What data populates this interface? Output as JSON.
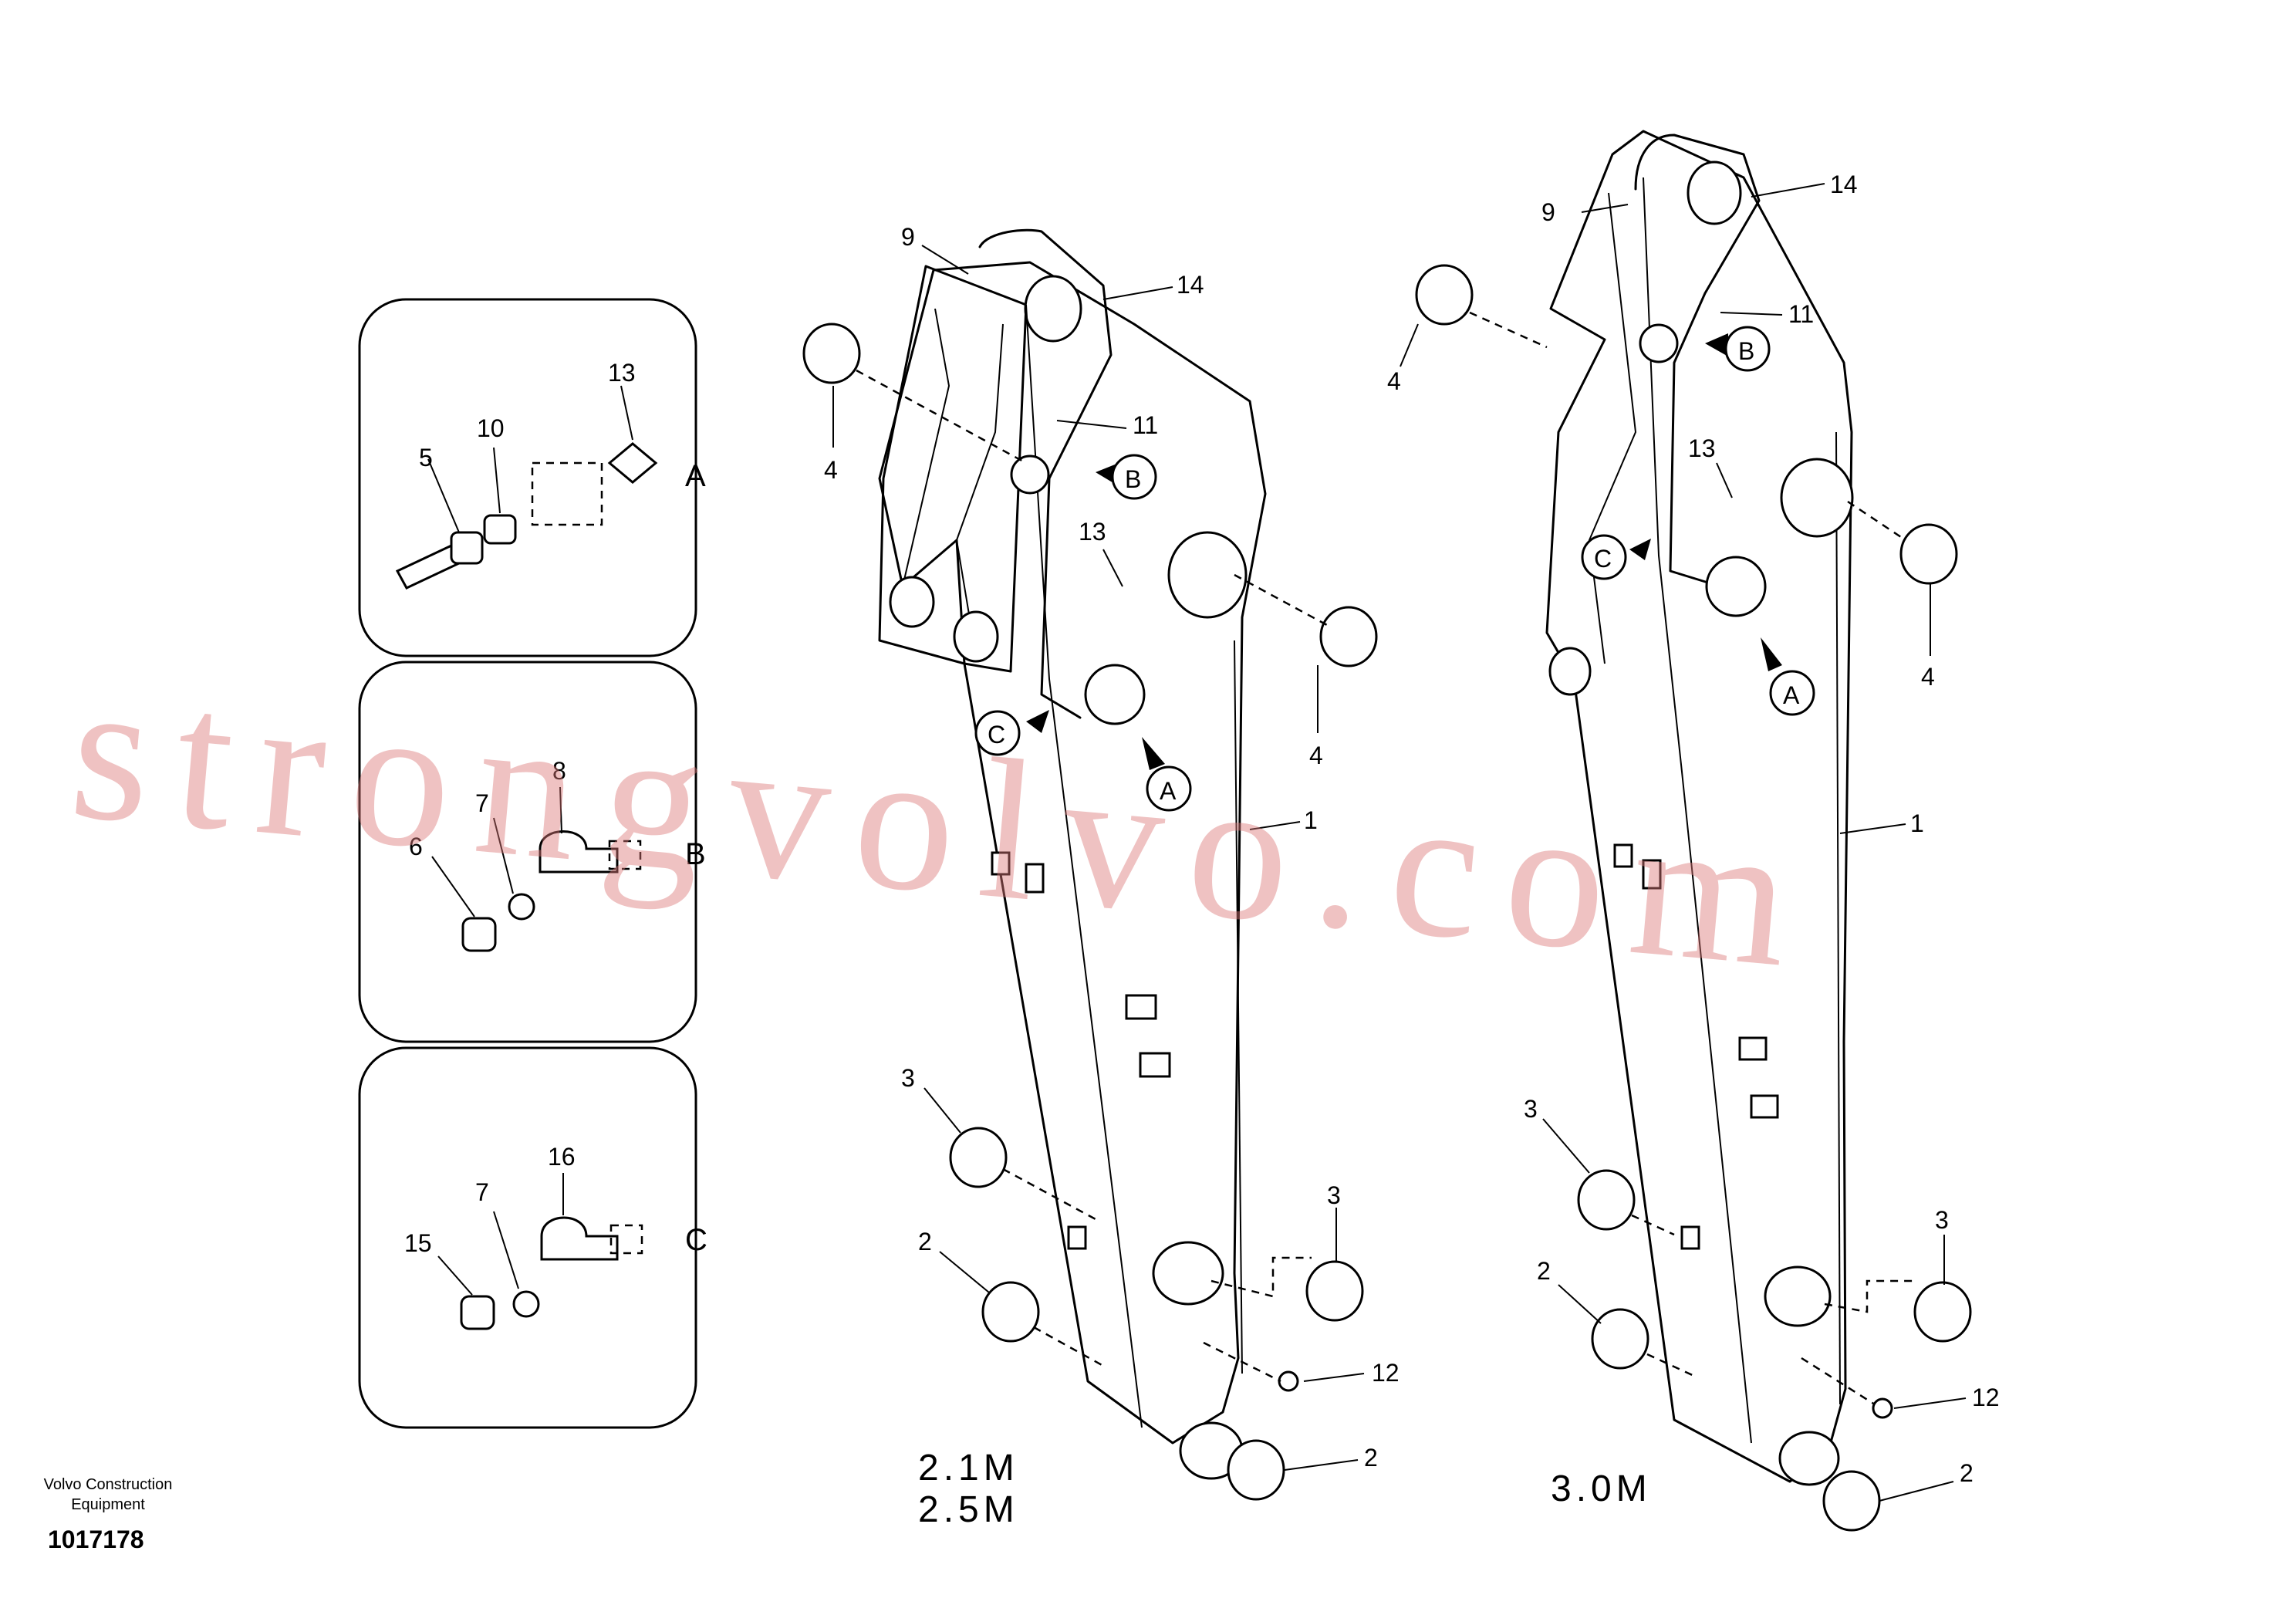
{
  "watermark": "strongvolvo.com",
  "footer": {
    "company_line1": "Volvo Construction",
    "company_line2": "Equipment",
    "doc_number": "1017178"
  },
  "detail_boxes": [
    {
      "letter": "A",
      "labels": [
        "5",
        "10",
        "13"
      ]
    },
    {
      "letter": "B",
      "labels": [
        "6",
        "7",
        "8"
      ]
    },
    {
      "letter": "C",
      "labels": [
        "15",
        "7",
        "16"
      ]
    }
  ],
  "arm_short": {
    "variant_line1": "2.1M",
    "variant_line2": "2.5M",
    "labels": {
      "p9": "9",
      "p14": "14",
      "p11": "11",
      "p4a": "4",
      "p13": "13",
      "p4b": "4",
      "p1": "1",
      "p3a": "3",
      "p2a": "2",
      "p3b": "3",
      "p12": "12",
      "p2b": "2"
    },
    "callouts": {
      "a": "A",
      "b": "B",
      "c": "C"
    }
  },
  "arm_long": {
    "variant": "3.0M",
    "labels": {
      "p9": "9",
      "p14": "14",
      "p11": "11",
      "p4a": "4",
      "p13": "13",
      "p4b": "4",
      "p1": "1",
      "p3a": "3",
      "p2a": "2",
      "p3b": "3",
      "p12": "12",
      "p2b": "2"
    },
    "callouts": {
      "a": "A",
      "b": "B",
      "c": "C"
    }
  }
}
